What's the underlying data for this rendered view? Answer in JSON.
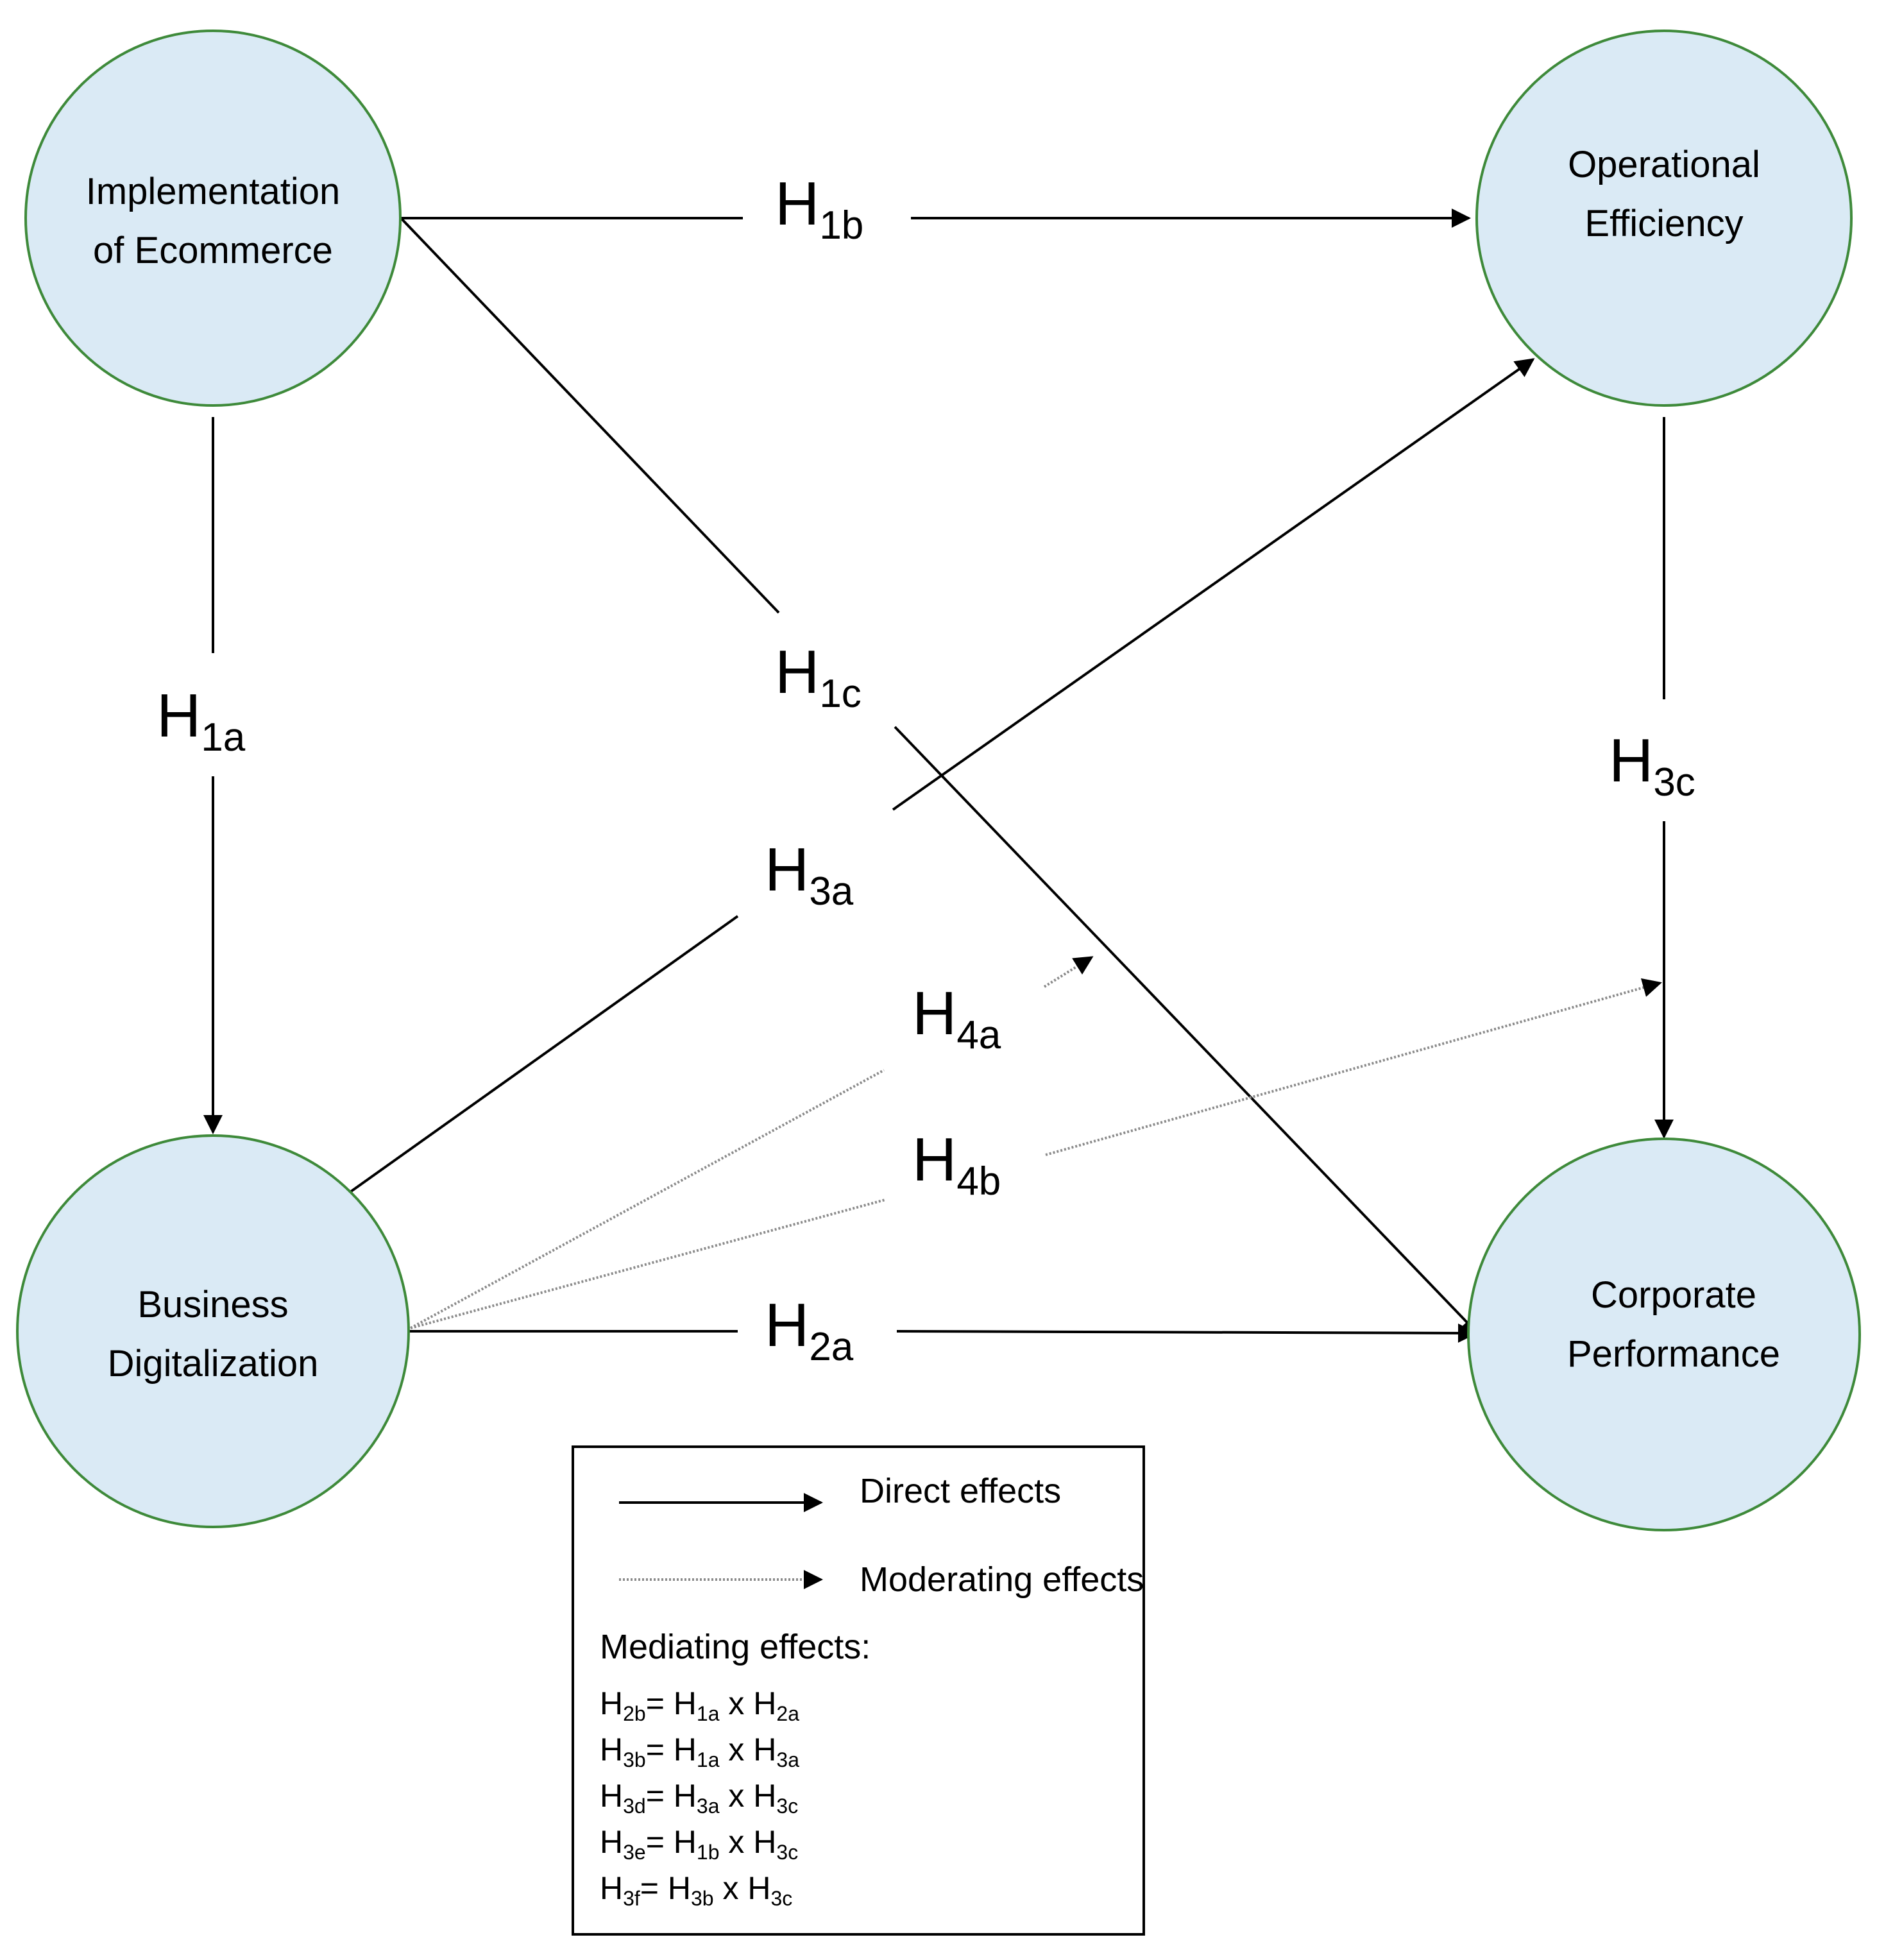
{
  "colors": {
    "node_fill": "#daeaf5",
    "node_stroke": "#3e8a3a",
    "direct_line": "#000000",
    "moderating_line": "#8a8a8a"
  },
  "nodes": {
    "ecommerce": {
      "line1": "Implementation",
      "line2": "of Ecommerce"
    },
    "efficiency": {
      "line1": "Operational",
      "line2": "Efficiency"
    },
    "digitalization": {
      "line1": "Business",
      "line2": "Digitalization"
    },
    "performance": {
      "line1": "Corporate",
      "line2": "Performance"
    }
  },
  "hypotheses": {
    "h1a": {
      "main": "H",
      "sub": "1a"
    },
    "h1b": {
      "main": "H",
      "sub": "1b"
    },
    "h1c": {
      "main": "H",
      "sub": "1c"
    },
    "h2a": {
      "main": "H",
      "sub": "2a"
    },
    "h3a": {
      "main": "H",
      "sub": "3a"
    },
    "h3c": {
      "main": "H",
      "sub": "3c"
    },
    "h4a": {
      "main": "H",
      "sub": "4a"
    },
    "h4b": {
      "main": "H",
      "sub": "4b"
    }
  },
  "legend": {
    "direct": "Direct effects",
    "moderating": "Moderating effects",
    "mediating_title": "Mediating effects:",
    "mediating": [
      {
        "lhs": "2b",
        "a": "1a",
        "b": "2a"
      },
      {
        "lhs": "3b",
        "a": "1a",
        "b": "3a"
      },
      {
        "lhs": "3d",
        "a": "3a",
        "b": "3c"
      },
      {
        "lhs": "3e",
        "a": "1b",
        "b": "3c"
      },
      {
        "lhs": "3f",
        "a": "3b",
        "b": "3c"
      }
    ],
    "symbols": {
      "h": "H",
      "eq": "= ",
      "times": " x "
    }
  }
}
